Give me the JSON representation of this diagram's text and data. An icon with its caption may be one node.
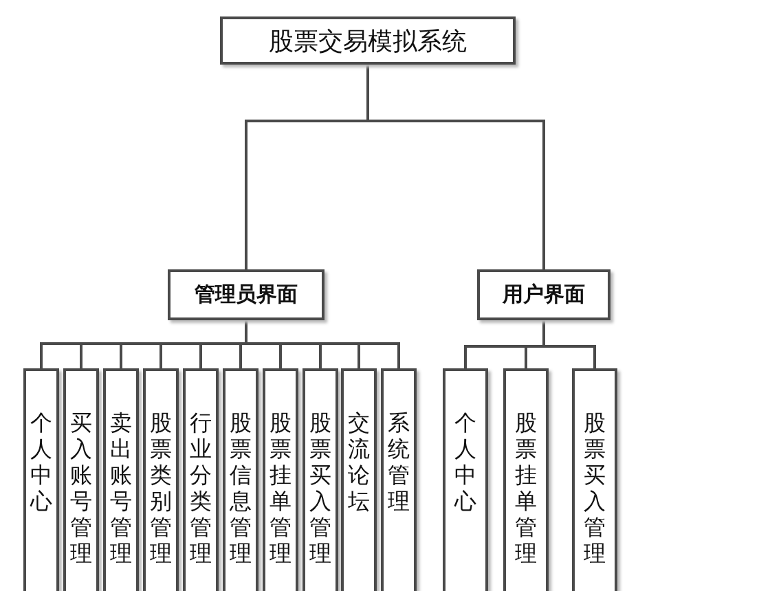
{
  "diagram": {
    "nodes": [
      {
        "text": [
          "股票交易模拟系统"
        ]
      },
      {
        "text": [
          "管理员界面"
        ]
      },
      {
        "text": [
          "用户界面"
        ]
      },
      {
        "text": [
          "个人中心"
        ]
      },
      {
        "text": [
          "买入账号管理"
        ]
      },
      {
        "text": [
          "卖出账号管理"
        ]
      },
      {
        "text": [
          "股票类别管理"
        ]
      },
      {
        "text": [
          "行业分类管理"
        ]
      },
      {
        "text": [
          "股票信息管理"
        ]
      },
      {
        "text": [
          "股票挂单管理"
        ]
      },
      {
        "text": [
          "股票买入管理"
        ]
      },
      {
        "text": [
          "交流论坛"
        ]
      },
      {
        "text": [
          "系统管理"
        ]
      },
      {
        "text": [
          "个人中心"
        ]
      },
      {
        "text": [
          "股票挂单管理"
        ]
      },
      {
        "text": [
          "股票买入管理"
        ]
      }
    ],
    "edges": [
      {
        "from": 0,
        "to": 1,
        "arrow": "none"
      },
      {
        "from": 0,
        "to": 2,
        "arrow": "none"
      },
      {
        "from": 1,
        "to": 3,
        "arrow": "none"
      },
      {
        "from": 1,
        "to": 4,
        "arrow": "none"
      },
      {
        "from": 1,
        "to": 5,
        "arrow": "none"
      },
      {
        "from": 1,
        "to": 6,
        "arrow": "none"
      },
      {
        "from": 1,
        "to": 7,
        "arrow": "none"
      },
      {
        "from": 1,
        "to": 8,
        "arrow": "none"
      },
      {
        "from": 1,
        "to": 9,
        "arrow": "none"
      },
      {
        "from": 1,
        "to": 10,
        "arrow": "none"
      },
      {
        "from": 1,
        "to": 11,
        "arrow": "none"
      },
      {
        "from": 1,
        "to": 12,
        "arrow": "none"
      },
      {
        "from": 2,
        "to": 13,
        "arrow": "none"
      },
      {
        "from": 2,
        "to": 14,
        "arrow": "none"
      },
      {
        "from": 2,
        "to": 15,
        "arrow": "none"
      }
    ]
  }
}
